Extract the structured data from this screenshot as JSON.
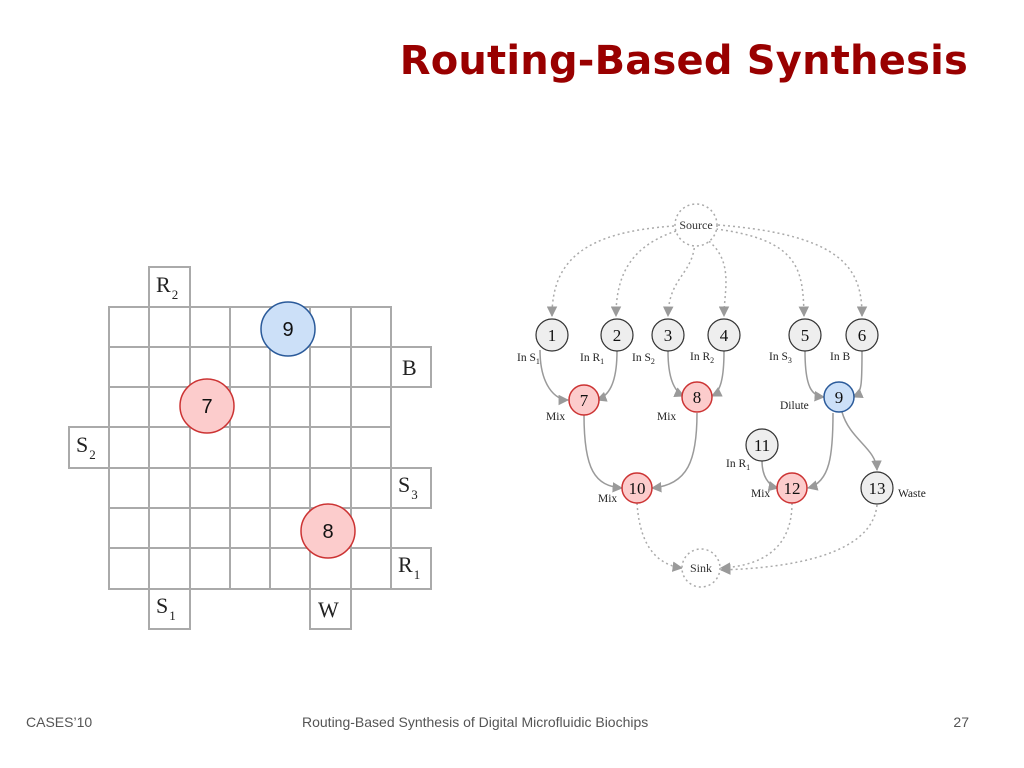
{
  "title": "Routing-Based Synthesis",
  "footer": {
    "left": "CASES’10",
    "center": "Routing-Based Synthesis of Digital Microfluidic Biochips",
    "right": "27"
  },
  "grid": {
    "ports": {
      "R2": {
        "base": "R",
        "sub": "2"
      },
      "B": {
        "base": "B",
        "sub": ""
      },
      "S2": {
        "base": "S",
        "sub": "2"
      },
      "S3": {
        "base": "S",
        "sub": "3"
      },
      "R1": {
        "base": "R",
        "sub": "1"
      },
      "S1": {
        "base": "S",
        "sub": "1"
      },
      "W": {
        "base": "W",
        "sub": ""
      }
    },
    "droplets": {
      "d9": "9",
      "d7": "7",
      "d8": "8"
    }
  },
  "graph": {
    "source": "Source",
    "sink": "Sink",
    "nodes": {
      "n1": "1",
      "n2": "2",
      "n3": "3",
      "n4": "4",
      "n5": "5",
      "n6": "6",
      "n7": "7",
      "n8": "8",
      "n9": "9",
      "n10": "10",
      "n11": "11",
      "n12": "12",
      "n13": "13"
    },
    "labels": {
      "l1": {
        "base": "In S",
        "sub": "1"
      },
      "l2": {
        "base": "In R",
        "sub": "1"
      },
      "l3": {
        "base": "In S",
        "sub": "2"
      },
      "l4": {
        "base": "In R",
        "sub": "2"
      },
      "l5": {
        "base": "In S",
        "sub": "3"
      },
      "l6": {
        "base": "In B",
        "sub": ""
      },
      "l7": {
        "base": "Mix",
        "sub": ""
      },
      "l8": {
        "base": "Mix",
        "sub": ""
      },
      "l9": {
        "base": "Dilute",
        "sub": ""
      },
      "l10": {
        "base": "Mix",
        "sub": ""
      },
      "l11": {
        "base": "In R",
        "sub": "1"
      },
      "l12": {
        "base": "Mix",
        "sub": ""
      },
      "l13": {
        "base": "Waste",
        "sub": ""
      }
    }
  },
  "colors": {
    "title": "#990000",
    "mix_fill": "#fccccc",
    "mix_stroke": "#cc3333",
    "dilute_fill": "#cce0f8",
    "dilute_stroke": "#2a5a9a",
    "input_fill": "#eeeeee",
    "grid_line": "#aaaaaa"
  }
}
